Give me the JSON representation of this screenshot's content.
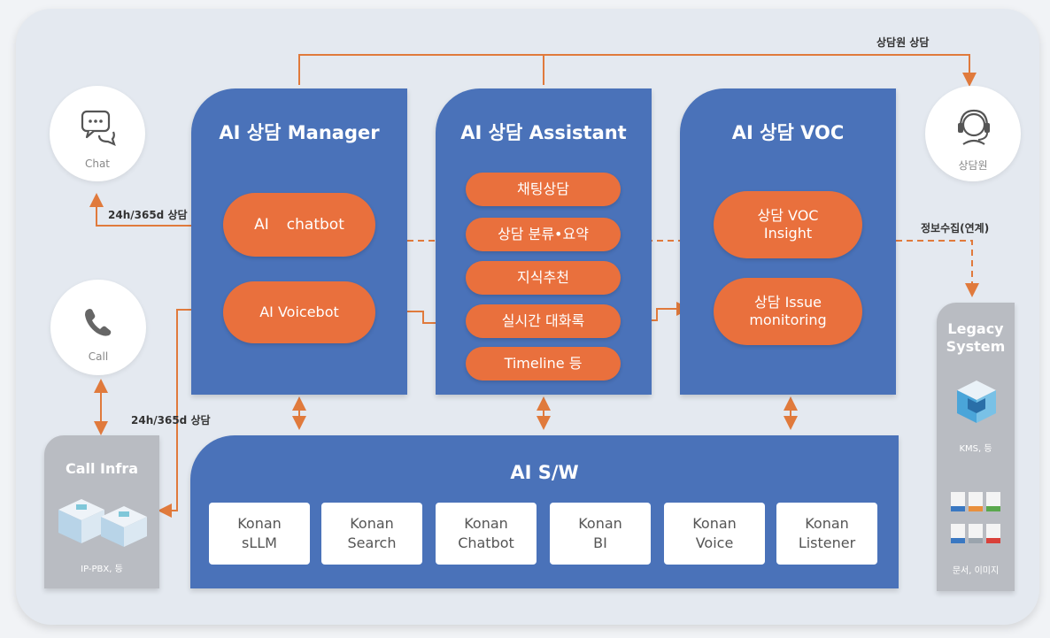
{
  "channels": {
    "chat": {
      "label": "Chat",
      "icon": "chat-bubble-icon"
    },
    "call": {
      "label": "Call",
      "icon": "phone-icon"
    },
    "agent": {
      "label": "상담원",
      "icon": "headset-icon"
    }
  },
  "annotations": {
    "top_route": "상담원 상담",
    "chat_24h": "24h/365d 상담",
    "call_24h": "24h/365d 상담",
    "info_collect": "정보수집(연계)"
  },
  "modules": {
    "manager": {
      "title": "AI 상담 Manager",
      "items": [
        {
          "label_a": "AI",
          "label_b": "chatbot"
        },
        {
          "label_a": "AI Voicebot"
        }
      ]
    },
    "assistant": {
      "title": "AI 상담 Assistant",
      "items": [
        "채팅상담",
        "상담 분류•요약",
        "지식추천",
        "실시간 대화록",
        "Timeline 등"
      ]
    },
    "voc": {
      "title": "AI 상담 VOC",
      "items": [
        {
          "line1": "상담 VOC",
          "line2": "Insight"
        },
        {
          "line1": "상담 Issue",
          "line2": "monitoring"
        }
      ]
    }
  },
  "call_infra": {
    "title": "Call Infra",
    "caption": "IP-PBX,  등",
    "icon": "server-icon"
  },
  "legacy": {
    "title_line1": "Legacy",
    "title_line2": "System",
    "kms_caption": "KMS,  등",
    "docs_caption": "문서, 이미지",
    "kms_icon": "cube-icon",
    "docs_icon": "document-icon"
  },
  "ai_sw": {
    "title": "AI S/W",
    "products": [
      {
        "line1": "Konan",
        "line2": "sLLM"
      },
      {
        "line1": "Konan",
        "line2": "Search"
      },
      {
        "line1": "Konan",
        "line2": "Chatbot"
      },
      {
        "line1": "Konan",
        "line2": "BI"
      },
      {
        "line1": "Konan",
        "line2": "Voice"
      },
      {
        "line1": "Konan",
        "line2": "Listener"
      }
    ]
  },
  "colors": {
    "module_blue": "#4a72b9",
    "accent_orange": "#e9703d",
    "grey_box": "#b9bcc2",
    "panel_bg": "#e4e9f0"
  }
}
